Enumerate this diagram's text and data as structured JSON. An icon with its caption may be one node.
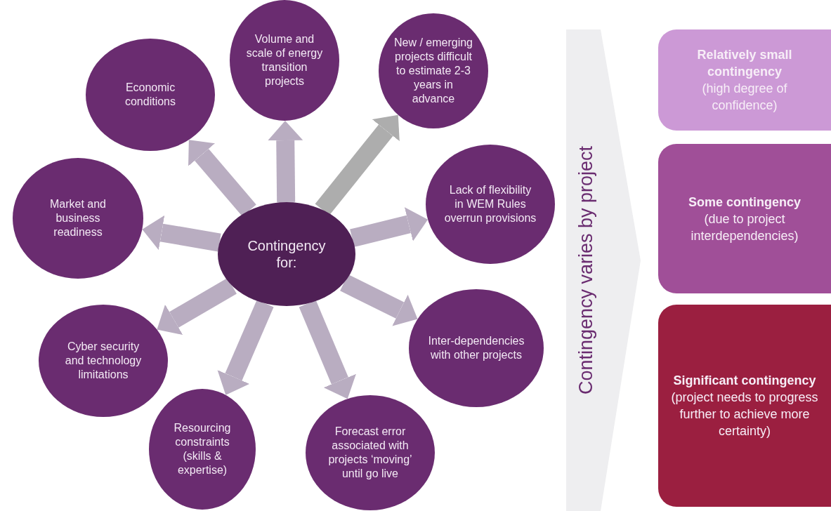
{
  "diagram": {
    "nodes": [
      {
        "text": [
          "Contingency for:"
        ]
      },
      {
        "text": [
          "Economic conditions"
        ]
      },
      {
        "text": [
          "Volume and scale of energy transition projects"
        ]
      },
      {
        "text": [
          "New / emerging projects difficult to estimate 2-3 years in advance"
        ]
      },
      {
        "text": [
          "Lack of flexibility in WEM Rules overrun provisions"
        ]
      },
      {
        "text": [
          "Inter-dependencies with other projects"
        ]
      },
      {
        "text": [
          "Forecast error associated with projects ‘moving’ until go live"
        ]
      },
      {
        "text": [
          "Resourcing constraints (skills & expertise)"
        ]
      },
      {
        "text": [
          "Cyber security and technology limitations"
        ]
      },
      {
        "text": [
          "Market and business readiness"
        ]
      },
      {
        "text": [
          "Contingency varies by project"
        ]
      },
      {
        "text": [
          "Relatively small contingency",
          "(high degree of confidence)"
        ]
      },
      {
        "text": [
          "Some contingency",
          "(due to project interdependencies)"
        ]
      },
      {
        "text": [
          "Significant contingency",
          "(project needs to progress further to achieve more certainty)"
        ]
      }
    ],
    "edges": [
      {
        "from": 0,
        "to": 1,
        "arrow": "to"
      },
      {
        "from": 0,
        "to": 2,
        "arrow": "to"
      },
      {
        "from": 0,
        "to": 3,
        "arrow": "to",
        "color": "#adadad"
      },
      {
        "from": 0,
        "to": 4,
        "arrow": "to"
      },
      {
        "from": 0,
        "to": 5,
        "arrow": "to"
      },
      {
        "from": 0,
        "to": 6,
        "arrow": "to"
      },
      {
        "from": 0,
        "to": 7,
        "arrow": "to"
      },
      {
        "from": 0,
        "to": 8,
        "arrow": "to"
      },
      {
        "from": 0,
        "to": 9,
        "arrow": "to"
      }
    ]
  }
}
